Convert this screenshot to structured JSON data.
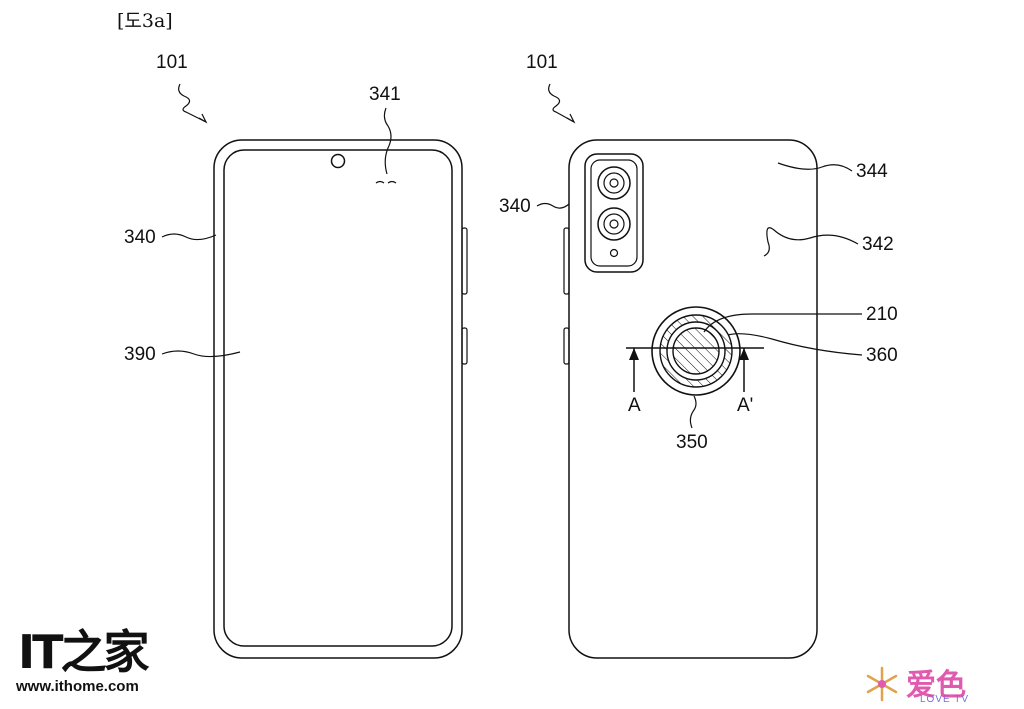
{
  "figure": {
    "caption": "[도3a]"
  },
  "front_view": {
    "ref_device": "101",
    "ref_sensor": "341",
    "ref_housing": "340",
    "ref_display": "390"
  },
  "rear_view": {
    "ref_device": "101",
    "ref_housing": "340",
    "ref_back_cover": "344",
    "ref_back_plate": "342",
    "ref_ring": "210",
    "ref_window": "360",
    "ref_module": "350",
    "section_a": "A",
    "section_a_prime": "A'"
  },
  "watermarks": {
    "ithome_mark": "IT之家",
    "ithome_url": "www.ithome.com",
    "lovetv_mark": "爱色",
    "lovetv_caption": "LOVE TV",
    "lovetv_color": "#e05bb0",
    "lovetv_accent": "#7a6fd0"
  }
}
